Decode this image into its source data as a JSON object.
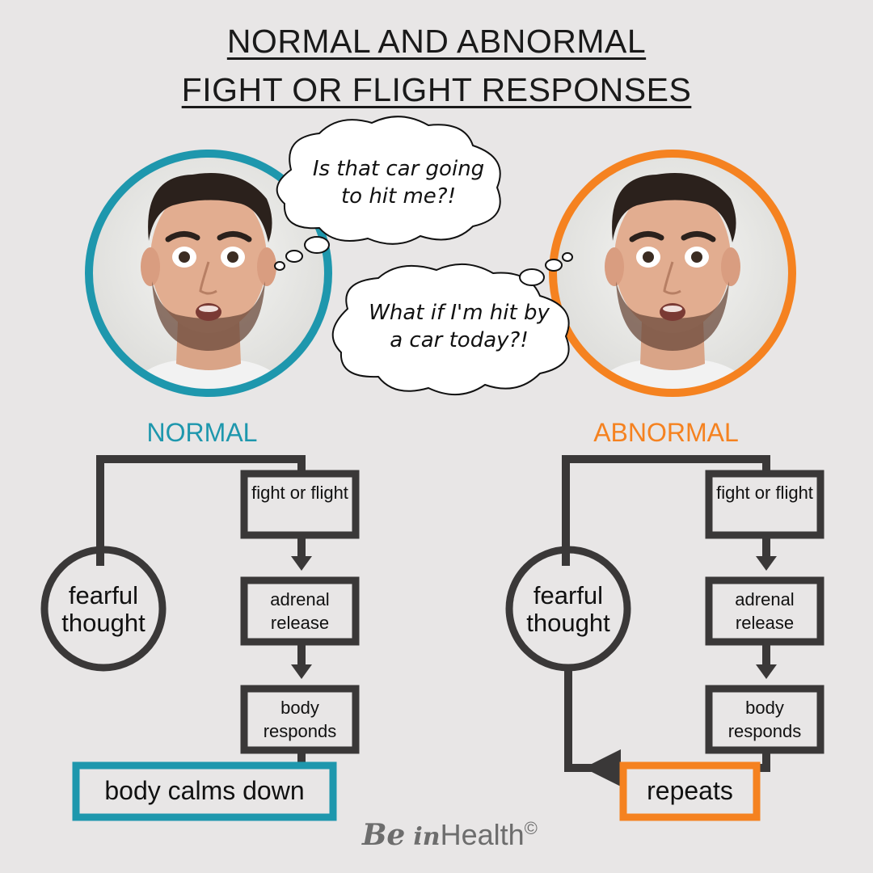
{
  "title": {
    "line1": "NORMAL AND ABNORMAL",
    "line2": "FIGHT OR FLIGHT RESPONSES"
  },
  "colors": {
    "normal": "#1e97ad",
    "abnormal": "#f58220",
    "flow": "#3a3838"
  },
  "normal": {
    "label": "NORMAL",
    "thought": "Is that car going to hit me?!",
    "circle": "fearful thought",
    "steps": [
      "fight or flight",
      "adrenal release",
      "body responds"
    ],
    "outcome": "body calms down"
  },
  "abnormal": {
    "label": "ABNORMAL",
    "thought": "What if I'm hit by a car today?!",
    "circle": "fearful thought",
    "steps": [
      "fight or flight",
      "adrenal release",
      "body responds"
    ],
    "outcome": "repeats"
  },
  "brand": {
    "be": "Be",
    "in": "in",
    "health": "Health",
    "symbol": "©"
  }
}
